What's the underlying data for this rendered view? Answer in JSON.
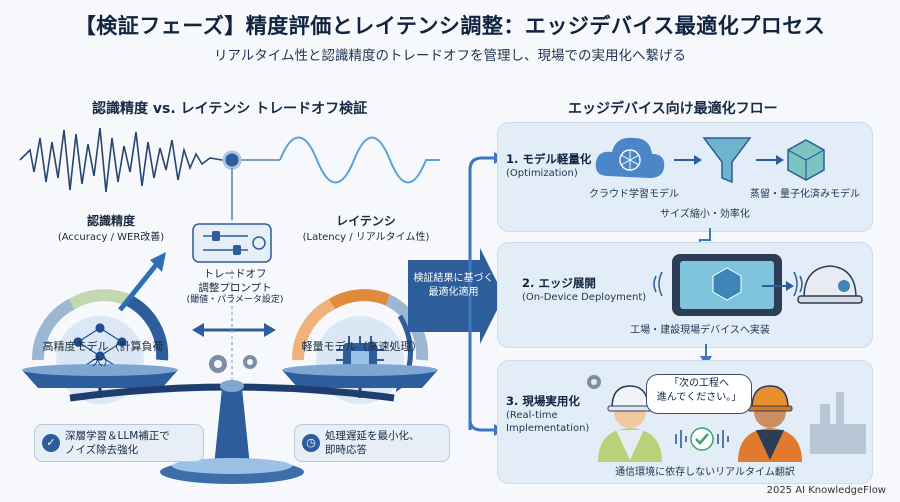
{
  "header": {
    "title": "【検証フェーズ】精度評価とレイテンシ調整：エッジデバイス最適化プロセス",
    "subtitle": "リアルタイム性と認識精度のトレードオフを管理し、現場での実用化へ繋げる"
  },
  "left": {
    "heading": "認識精度 vs. レイテンシ トレードオフ検証",
    "accuracy_title": "認識精度",
    "accuracy_sub": "(Accuracy / WER改善)",
    "latency_title": "レイテンシ",
    "latency_sub": "(Latency / リアルタイム性)",
    "tradeoff_line1": "トレードオフ",
    "tradeoff_line2": "調整プロンプト",
    "tradeoff_line3": "(閾値・パラメータ設定)",
    "high_model": "高精度モデル（計算負荷大）",
    "light_model": "軽量モデル（高速処理）",
    "badge_left_1": "深層学習＆LLM補正で",
    "badge_left_2": "ノイズ除去強化",
    "badge_right_1": "処理遅延を最小化、",
    "badge_right_2": "即時応答"
  },
  "flow_arrow": {
    "line1": "検証結果に基づく",
    "line2": "最適化適用"
  },
  "right": {
    "heading": "エッジデバイス向け最適化フロー",
    "step1_title": "1. モデル軽量化",
    "step1_sub": "(Optimization)",
    "step1_cloud": "クラウド学習モデル",
    "step1_distilled": "蒸留・量子化済みモデル",
    "step1_caption": "サイズ縮小・効率化",
    "step2_title": "2. エッジ展開",
    "step2_sub": "(On-Device Deployment)",
    "step2_caption": "工場・建設現場デバイスへ実装",
    "step3_title": "3. 現場実用化",
    "step3_sub1": "(Real-time",
    "step3_sub2": "Implementation)",
    "speech_line1": "「次の工程へ",
    "speech_line2": "進んでください。」",
    "step3_caption": "通信環境に依存しないリアルタイム翻訳"
  },
  "footer": "2025 AI KnowledgeFlow",
  "colors": {
    "navy": "#1e4f8a",
    "accent_blue": "#3a78c2",
    "teal": "#4fa3a0",
    "orange": "#e08a3c",
    "panel": "#e3edf7"
  }
}
